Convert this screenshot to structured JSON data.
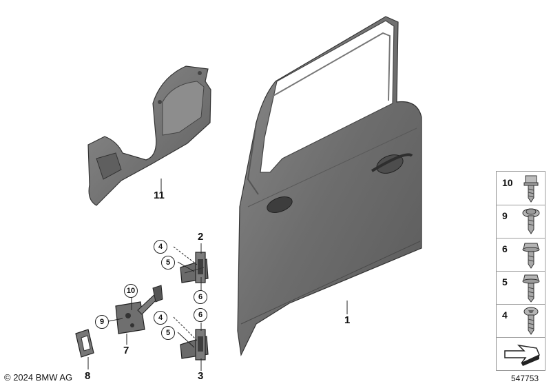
{
  "callouts": {
    "door": "1",
    "hinge_upper": "2",
    "hinge_lower": "3",
    "check_link": "7",
    "seal_pad": "8",
    "sound_insulation": "11",
    "upper_hinge_bolt_a": "4",
    "upper_hinge_bolt_b": "5",
    "upper_hinge_bolt_c": "6",
    "lower_hinge_bolt_a": "4",
    "lower_hinge_bolt_b": "5",
    "lower_hinge_bolt_c": "6",
    "check_link_screw_a": "10",
    "check_link_screw_b": "9"
  },
  "legend": {
    "items": [
      {
        "label": "10",
        "icon": "collar-screw-icon"
      },
      {
        "label": "9",
        "icon": "torx-washer-screw-icon"
      },
      {
        "label": "6",
        "icon": "hex-flange-bolt-icon"
      },
      {
        "label": "5",
        "icon": "hex-flange-bolt-icon"
      },
      {
        "label": "4",
        "icon": "torx-bolt-icon"
      }
    ],
    "footer_icon": "parts-set-arrow-icon"
  },
  "footer": {
    "copyright": "© 2024 BMW AG",
    "diagram_number": "547753"
  },
  "colors": {
    "part_fill": "#6e6e6e",
    "part_dark": "#4a4a4a",
    "outline": "#222222"
  }
}
